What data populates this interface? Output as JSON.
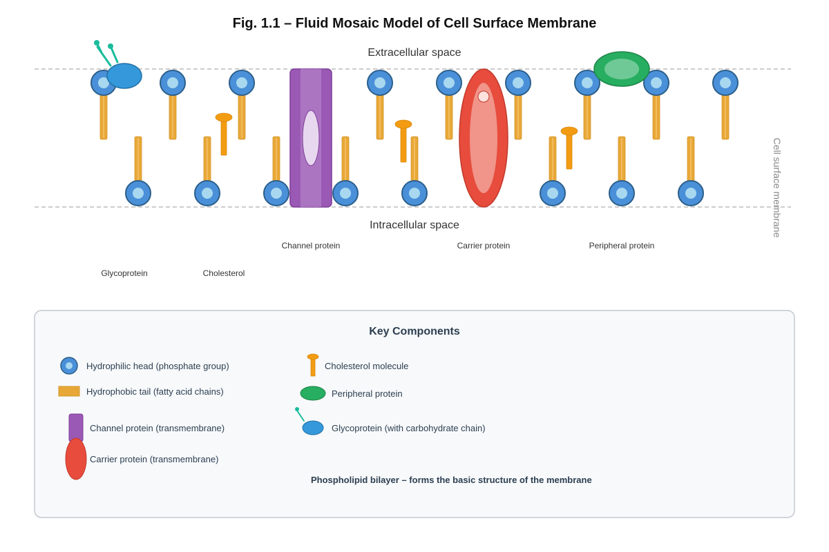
{
  "title": "Fig. 1.1 – Fluid Mosaic Model of Cell Surface Membrane",
  "regions": {
    "extracellular": "Extracellular space",
    "intracellular": "Intracellular space",
    "side_label": "Cell surface membrane"
  },
  "labels": {
    "channel": "Channel protein",
    "carrier": "Carrier protein",
    "peripheral": "Peripheral protein",
    "glycoprotein": "Glycoprotein",
    "cholesterol": "Cholesterol"
  },
  "key": {
    "title": "Key Components",
    "head": "Hydrophilic head (phosphate group)",
    "tail": "Hydrophobic tail (fatty acid chains)",
    "channel": "Channel protein (transmembrane)",
    "carrier": "Carrier protein (transmembrane)",
    "cholesterol": "Cholesterol molecule",
    "peripheral": "Peripheral protein",
    "glycoprotein": "Glycoprotein (with carbohydrate chain)",
    "note": "Phospholipid bilayer – forms the basic structure of the membrane"
  },
  "colors": {
    "head_fill": "#4a90d9",
    "head_inner": "#a8d8f0",
    "head_stroke": "#2c5f8a",
    "tail": "#e8a838",
    "cholesterol": "#f39c12",
    "channel": "#9b59b6",
    "carrier": "#e74c3c",
    "peripheral": "#27ae60",
    "glycoprotein": "#3498db",
    "carbohydrate": "#1abc9c"
  }
}
